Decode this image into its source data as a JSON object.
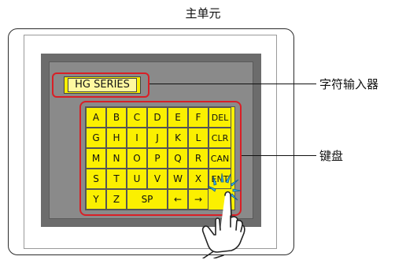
{
  "title": "主单元",
  "labels": {
    "char_input": "字符输入器",
    "keyboard": "键盘"
  },
  "char_input_value": "HG  SERIES",
  "keyboard": {
    "rows": [
      [
        "A",
        "B",
        "C",
        "D",
        "E",
        "F",
        "DEL"
      ],
      [
        "G",
        "H",
        "I",
        "J",
        "K",
        "L",
        "CLR"
      ],
      [
        "M",
        "N",
        "O",
        "P",
        "Q",
        "R",
        "CAN"
      ],
      [
        "S",
        "T",
        "U",
        "V",
        "W",
        "X",
        "ENT"
      ],
      [
        "Y",
        "Z",
        "SP",
        "←",
        "→"
      ]
    ]
  },
  "colors": {
    "highlight": "#d81f26",
    "key_fill": "#fbf000",
    "screen": "#6c6c6c"
  }
}
